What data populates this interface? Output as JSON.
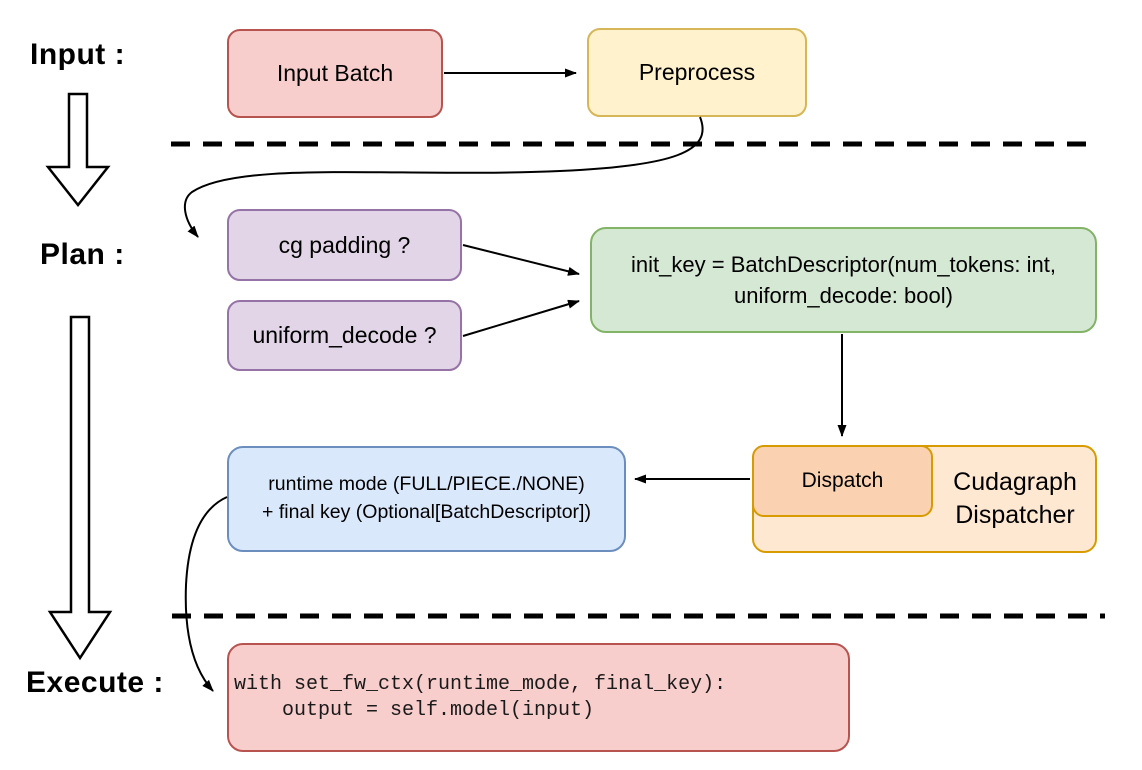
{
  "palette": {
    "background": "#ffffff",
    "connector": "#000000",
    "red_fill": "#F8CECC",
    "red_stroke": "#B85450",
    "yellow_fill": "#FFF2CC",
    "yellow_stroke": "#D6B656",
    "purple_fill": "#E1D5E7",
    "purple_stroke": "#9673A6",
    "green_fill": "#D5E8D4",
    "green_stroke": "#82B366",
    "blue_fill": "#DAE8FC",
    "blue_stroke": "#6C8EBF",
    "orange_outer_fill": "#FFE8D2",
    "orange_inner_fill": "#FAD2B2",
    "orange_stroke": "#D79B00"
  },
  "stages": {
    "input": {
      "label": "Input :"
    },
    "plan": {
      "label": "Plan :"
    },
    "execute": {
      "label": "Execute :"
    }
  },
  "nodes": {
    "input_batch": {
      "label": "Input Batch"
    },
    "preprocess": {
      "label": "Preprocess"
    },
    "cg_padding": {
      "label": "cg padding ?"
    },
    "uniform_decode": {
      "label": "uniform_decode ?"
    },
    "init_key": {
      "line1": "init_key = BatchDescriptor(num_tokens: int,",
      "line2": "uniform_decode: bool)"
    },
    "dispatch": {
      "label": "Dispatch"
    },
    "cudagraph_dispatcher": {
      "line1": "Cudagraph",
      "line2": "Dispatcher"
    },
    "runtime_mode": {
      "line1": "runtime mode (FULL/PIECE./NONE)",
      "line2": "+ final key (Optional[BatchDescriptor])"
    },
    "execute_code": {
      "line1": "with set_fw_ctx(runtime_mode, final_key):",
      "line2": "    output = self.model(input)"
    }
  }
}
